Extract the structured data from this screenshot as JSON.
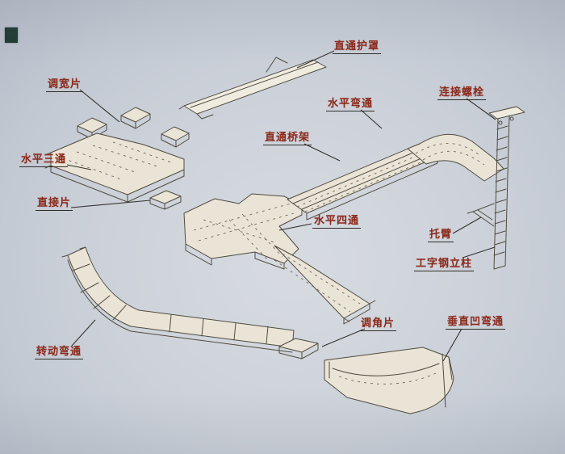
{
  "figure": {
    "kind": "cable-tray-assembly-diagram"
  },
  "colors": {
    "paper": "#cdd2da",
    "label_text": "#8b2b1d",
    "line_ink": "#4f4b40",
    "tray_fill": "#e9e4d6",
    "leader_line": "#33322e",
    "corner_artifact": "#1d3a31"
  },
  "parts": [
    {
      "id": "straight-cover",
      "label": "直通护罩"
    },
    {
      "id": "width-adjust-piece",
      "label": "调宽片"
    },
    {
      "id": "horizontal-tee",
      "label": "水平三通"
    },
    {
      "id": "direct-piece",
      "label": "直接片"
    },
    {
      "id": "horizontal-elbow",
      "label": "水平弯通"
    },
    {
      "id": "connecting-bolt",
      "label": "连接螺栓"
    },
    {
      "id": "straight-tray",
      "label": "直通桥架"
    },
    {
      "id": "horizontal-cross",
      "label": "水平四通"
    },
    {
      "id": "support-arm",
      "label": "托臂"
    },
    {
      "id": "i-beam-column",
      "label": "工字钢立柱"
    },
    {
      "id": "rotating-elbow",
      "label": "转动弯通"
    },
    {
      "id": "angle-adjust-piece",
      "label": "调角片"
    },
    {
      "id": "vertical-concave-elbow",
      "label": "垂直凹弯通"
    }
  ]
}
